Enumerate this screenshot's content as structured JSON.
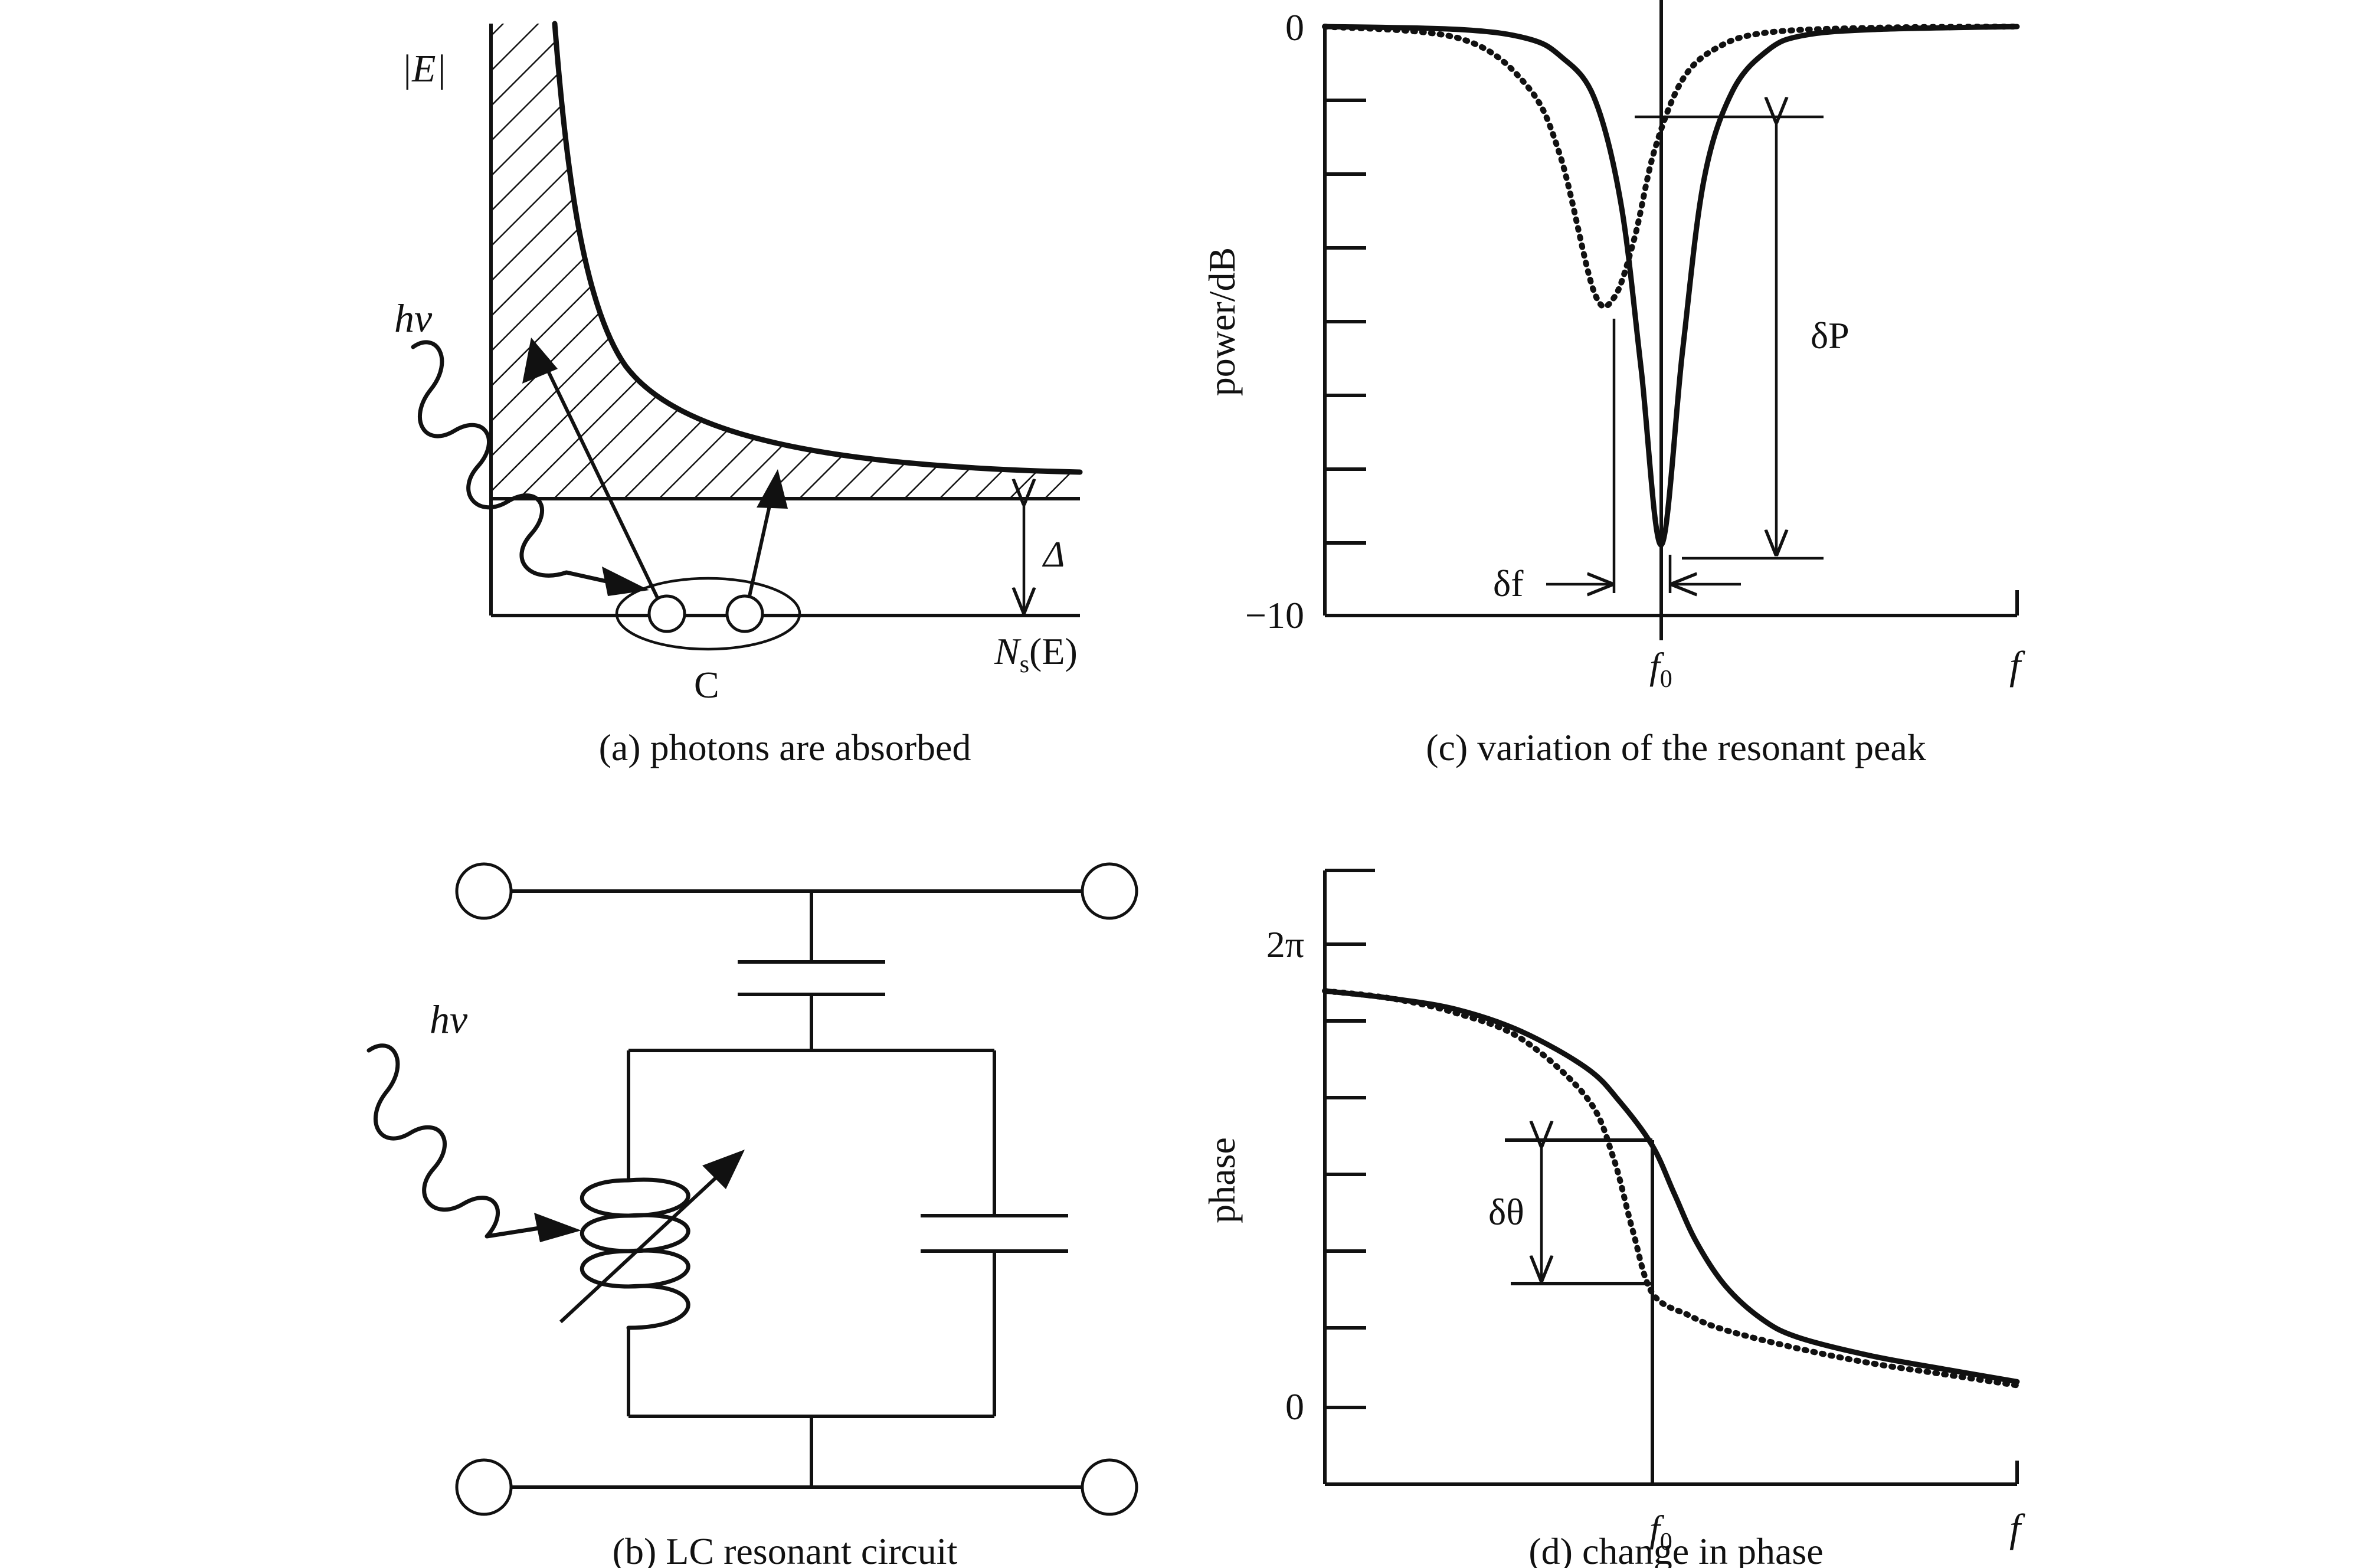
{
  "panel_a": {
    "caption": "(a) photons are absorbed",
    "y_label": "|E|",
    "x_label": "N",
    "x_label_sub": "s",
    "x_label_tail": "(E)",
    "photon_label": "hv",
    "gap_label": "Δ",
    "pair_label": "C"
  },
  "panel_b": {
    "caption": "(b) LC resonant circuit",
    "photon_label": "hv"
  },
  "panel_c": {
    "caption": "(c) variation of the resonant peak",
    "y_label": "power/dB",
    "y_tick_top": "0",
    "y_tick_bottom": "−10",
    "x_tick_f0": "f",
    "x_tick_f0_sub": "0",
    "x_label": "f",
    "delta_p_label": "δP",
    "delta_f_label": "δf"
  },
  "panel_d": {
    "caption": "(d) change in phase",
    "y_label": "phase",
    "y_tick_top": "2π",
    "y_tick_bottom": "0",
    "x_tick_f0": "f",
    "x_tick_f0_sub": "0",
    "x_label": "f",
    "delta_theta_label": "δθ"
  },
  "chart_data": [
    {
      "type": "line",
      "title": "(c) variation of the resonant peak",
      "xlabel": "f",
      "ylabel": "power/dB",
      "ylim": [
        -10,
        0
      ],
      "x_ticks": [
        "f0",
        "f"
      ],
      "series": [
        {
          "name": "",
          "style": "solid",
          "x": [
            -5,
            -3,
            -2,
            -1.5,
            -1,
            -0.6,
            -0.3,
            0,
            0.3,
            0.6,
            1,
            1.5,
            2,
            3,
            5
          ],
          "values": [
            0,
            -0.05,
            -0.2,
            -0.5,
            -1.2,
            -3.0,
            -5.8,
            -8.8,
            -5.5,
            -2.6,
            -1.1,
            -0.4,
            -0.15,
            -0.05,
            0
          ]
        },
        {
          "name": "",
          "style": "dotted",
          "x": [
            -5,
            -3,
            -2,
            -1.5,
            -1,
            -0.7,
            -0.4,
            -0.1,
            0.3,
            0.8,
            1.5,
            3,
            5
          ],
          "values": [
            0,
            -0.2,
            -1.0,
            -2.2,
            -4.5,
            -4.6,
            -3.6,
            -2.1,
            -0.9,
            -0.35,
            -0.1,
            -0.02,
            0
          ]
        }
      ]
    },
    {
      "type": "line",
      "title": "(d) change in phase",
      "xlabel": "f",
      "ylabel": "phase",
      "y_ticks": [
        "0",
        "2π"
      ],
      "x_ticks": [
        "f0",
        "f"
      ],
      "series": [
        {
          "name": "",
          "style": "solid",
          "x": [
            -5,
            -4,
            -3,
            -2,
            -1,
            -0.5,
            0,
            0.3,
            0.6,
            1,
            1.5,
            2,
            3,
            4,
            5
          ],
          "values": [
            5.65,
            5.55,
            5.4,
            5.1,
            4.6,
            4.15,
            3.55,
            2.9,
            2.25,
            1.65,
            1.2,
            0.95,
            0.7,
            0.52,
            0.35
          ]
        },
        {
          "name": "",
          "style": "dotted",
          "x": [
            -5,
            -4,
            -3,
            -2,
            -1,
            -0.6,
            -0.3,
            0,
            0.5,
            1,
            2,
            3,
            4,
            5
          ],
          "values": [
            5.65,
            5.55,
            5.35,
            5.0,
            4.2,
            3.4,
            2.4,
            1.55,
            1.25,
            1.05,
            0.8,
            0.6,
            0.45,
            0.3
          ]
        }
      ]
    }
  ]
}
